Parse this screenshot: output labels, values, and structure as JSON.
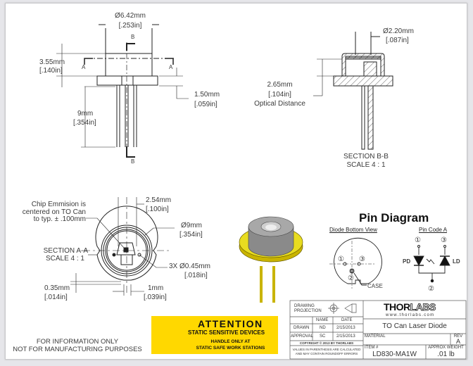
{
  "top_view": {
    "diameter_mm": "Ø6.42mm",
    "diameter_in": "[.253in]",
    "height_mm": "3.55mm",
    "height_in": "[.140in]",
    "flange_mm": "1.50mm",
    "flange_in": "[.059in]",
    "pin_mm": "9mm",
    "pin_in": "[.354in]",
    "section_a": "A",
    "section_b": "B"
  },
  "section_bb": {
    "aperture_mm": "Ø2.20mm",
    "aperture_in": "[.087in]",
    "optical_mm": "2.65mm",
    "optical_in": "[.104in]",
    "optical_label": "Optical Distance",
    "title": "SECTION B-B",
    "scale": "SCALE 4 : 1"
  },
  "section_aa": {
    "note_1": "Chip Emmision is",
    "note_2": "centered on TO Can",
    "note_3": "to typ. ± .100mm",
    "pitch_mm": "2.54mm",
    "pitch_in": "[.100in]",
    "diameter_mm": "Ø9mm",
    "diameter_in": "[.354in]",
    "title": "SECTION A-A",
    "scale": "SCALE 4 : 1",
    "pin_mm": "3X  Ø0.45mm",
    "pin_in": "[.018in]",
    "notch_depth_mm": "0.35mm",
    "notch_depth_in": "[.014in]",
    "notch_width_mm": "1mm",
    "notch_width_in": "[.039in]"
  },
  "pin_diagram": {
    "title": "Pin Diagram",
    "bottom_view": "Diode Bottom View",
    "pin_code": "Pin Code A",
    "pin1": "①",
    "pin2": "②",
    "pin3": "③",
    "case": "CASE",
    "pd": "PD",
    "ld": "LD"
  },
  "disclaimer": {
    "line1": "FOR INFORMATION ONLY",
    "line2": "NOT FOR MANUFACTURING PURPOSES"
  },
  "attention": {
    "title": "ATTENTION",
    "subtitle": "STATIC SENSITIVE DEVICES",
    "line1": "HANDLE ONLY AT",
    "line2": "STATIC SAFE WORK STATIONS"
  },
  "title_block": {
    "projection_label_1": "DRAWING",
    "projection_label_2": "PROJECTION",
    "name_header": "NAME",
    "date_header": "DATE",
    "drawn_label": "DRAWN",
    "drawn_name": "ND",
    "drawn_date": "2/15/2013",
    "approval_label": "APPROVAL",
    "approval_name": "SC",
    "approval_date": "2/15/2013",
    "copyright": "COPYRIGHT © 2013 BY THORLABS",
    "note_1": "VALUES IN PARENTHESIS ARE CALCULATED",
    "note_2": "AND MAY CONTAIN ROUNDOFF ERRORS",
    "logo_thor": "THOR",
    "logo_labs": "LABS",
    "website": "www.thorlabs.com",
    "title": "TO Can Laser Diode",
    "material_label": "MATERIAL",
    "rev_label": "REV",
    "rev": "A",
    "item_label": "ITEM #",
    "item": "LD830-MA1W",
    "weight_label": "APPROX WEIGHT",
    "weight": ".01 lb"
  }
}
